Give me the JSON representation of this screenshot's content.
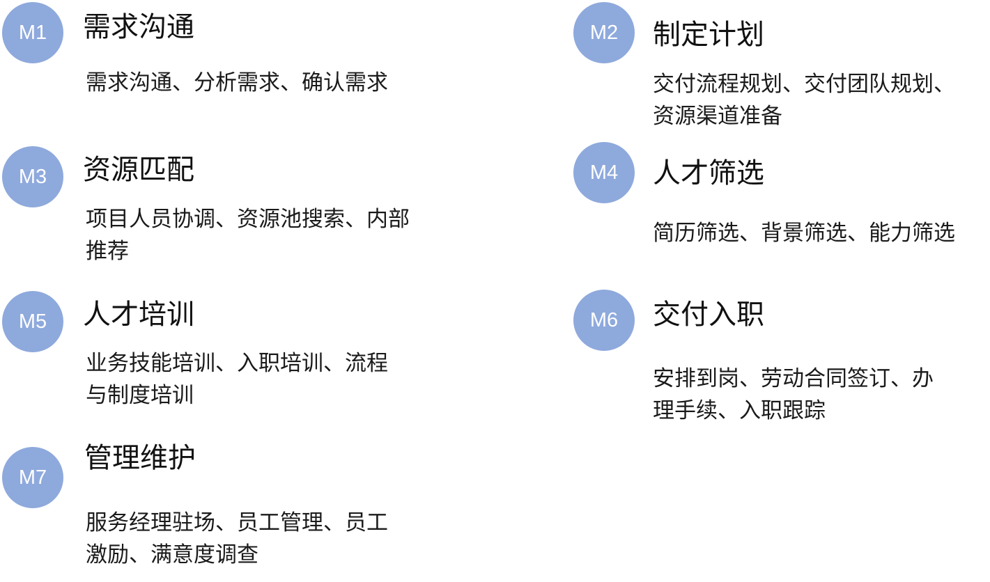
{
  "steps": [
    {
      "code": "M1",
      "title": "需求沟通",
      "line1": "需求沟通、分析需求、确认需求",
      "line2": ""
    },
    {
      "code": "M2",
      "title": "制定计划",
      "line1": "交付流程规划、交付团队规划、",
      "line2": "资源渠道准备"
    },
    {
      "code": "M3",
      "title": "资源匹配",
      "line1": "项目人员协调、资源池搜索、内部",
      "line2": "推荐"
    },
    {
      "code": "M4",
      "title": "人才筛选",
      "line1": "简历筛选、背景筛选、能力筛选",
      "line2": ""
    },
    {
      "code": "M5",
      "title": "人才培训",
      "line1": "业务技能培训、入职培训、流程",
      "line2": "与制度培训"
    },
    {
      "code": "M6",
      "title": "交付入职",
      "line1": "安排到岗、劳动合同签订、办",
      "line2": "理手续、入职跟踪"
    },
    {
      "code": "M7",
      "title": "管理维护",
      "line1": "服务经理驻场、员工管理、员工",
      "line2": "激励、满意度调查"
    }
  ],
  "colors": {
    "badge": "#8ea9dc",
    "badge_text": "#ffffff",
    "text": "#1a1a1a"
  }
}
